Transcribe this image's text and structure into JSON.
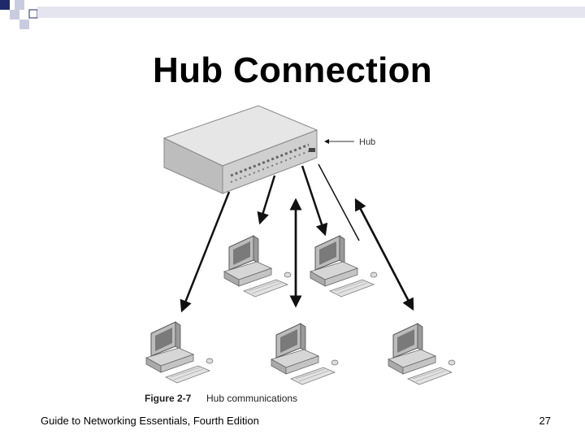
{
  "slide": {
    "title": "Hub Connection",
    "footer": "Guide to Networking Essentials, Fourth Edition",
    "page_number": "27"
  },
  "figure": {
    "hub_label": "Hub",
    "caption_number": "Figure 2-7",
    "caption_text": "Hub communications"
  },
  "colors": {
    "accent_navy": "#1f2a6b",
    "accent_light": "#c9cbe0",
    "hub_body": "#d8d8d8"
  }
}
